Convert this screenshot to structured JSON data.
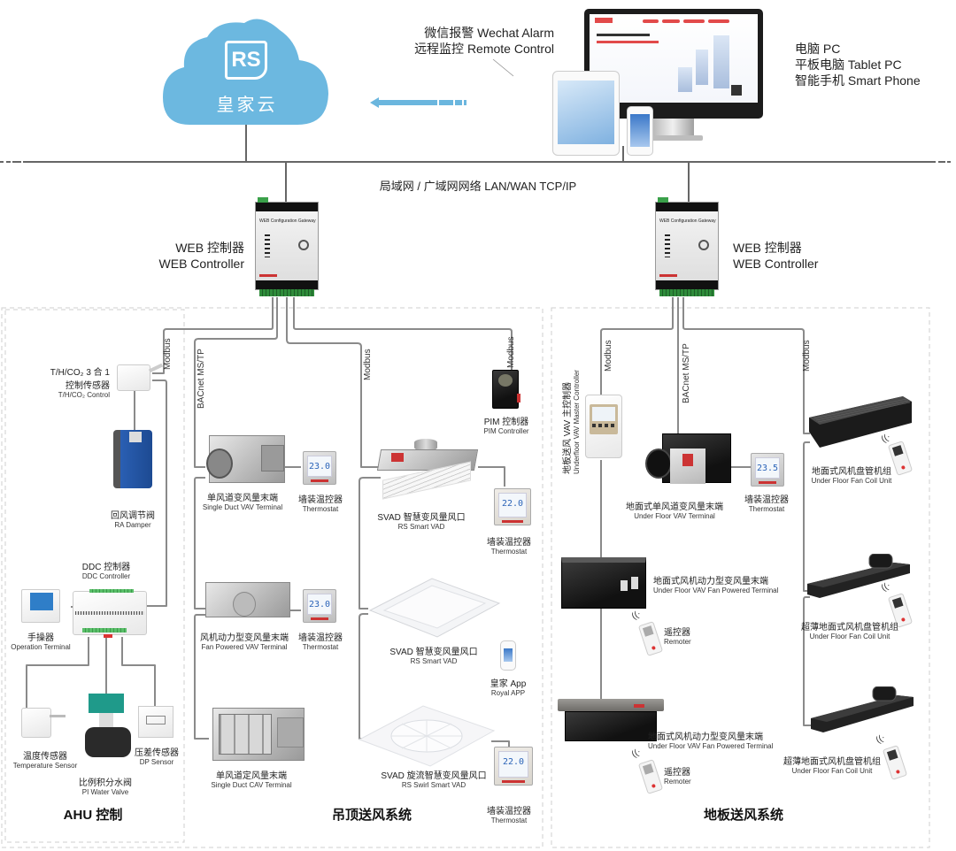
{
  "cloud": {
    "logo_mark": "RS",
    "label": "皇家云",
    "color": "#6cb8e0"
  },
  "remote": {
    "line1": "微信报警 Wechat Alarm",
    "line2": "远程监控 Remote Control"
  },
  "terminals_legend": {
    "line1": "电脑 PC",
    "line2": "平板电脑 Tablet PC",
    "line3": "智能手机 Smart Phone"
  },
  "network": {
    "label": "局域网 / 广域网网络 LAN/WAN TCP/IP"
  },
  "web_controller_left": {
    "cn": "WEB 控制器",
    "en": "WEB Controller",
    "device_text": "WEB Configuration Gateway"
  },
  "web_controller_right": {
    "cn": "WEB 控制器",
    "en": "WEB Controller",
    "device_text": "WEB Configuration Gateway"
  },
  "protocols": {
    "modbus": "Modbus",
    "bacnet": "BACnet MS/TP"
  },
  "ahu": {
    "title": "AHU 控制",
    "th_sensor": {
      "cn1": "T/H/CO₂ 3 合 1",
      "cn2": "控制传感器",
      "en": "T/H/CO₂ Control"
    },
    "ra_damper": {
      "cn": "回风调节阀",
      "en": "RA Damper"
    },
    "ddc": {
      "cn": "DDC 控制器",
      "en": "DDC Controller"
    },
    "op_terminal": {
      "cn": "手操器",
      "en": "Operation Terminal"
    },
    "temp_sensor": {
      "cn": "温度传感器",
      "en": "Temperature Sensor"
    },
    "water_valve": {
      "cn": "比例积分水阀",
      "en": "PI Water Valve"
    },
    "dp_sensor": {
      "cn": "压差传感器",
      "en": "DP Sensor"
    }
  },
  "ceiling": {
    "title": "吊顶送风系统",
    "single_duct_vav": {
      "cn": "单风道变风量末端",
      "en": "Single Duct VAV Terminal"
    },
    "thermostat_1": {
      "cn": "墙装温控器",
      "en": "Thermostat",
      "display": "23.0"
    },
    "fan_powered_vav": {
      "cn": "风机动力型变风量末端",
      "en": "Fan Powered VAV  Terminal"
    },
    "thermostat_2": {
      "cn": "墙装温控器",
      "en": "Thermostat",
      "display": "23.0"
    },
    "single_duct_cav": {
      "cn": "单风道定风量末端",
      "en": "Single Duct CAV Terminal"
    },
    "pim": {
      "cn": "PIM 控制器",
      "en": "PIM Controller"
    },
    "svad_1": {
      "cn": "SVAD 智慧变风量风口",
      "en": "RS  Smart VAD"
    },
    "thermostat_3": {
      "cn": "墙装温控器",
      "en": "Thermostat",
      "display": "22.0"
    },
    "svad_2": {
      "cn": "SVAD 智慧变风量风口",
      "en": "RS  Smart VAD"
    },
    "app": {
      "cn": "皇家 App",
      "en": "Royal APP"
    },
    "svad_swirl": {
      "cn": "SVAD 旋流智慧变风量风口",
      "en": "RS Swirl Smart VAD"
    },
    "thermostat_4": {
      "cn": "墙装温控器",
      "en": "Thermostat",
      "display": "22.0"
    }
  },
  "floor": {
    "title": "地板送风系统",
    "master_controller": {
      "cn": "地板送风 VAV 主控制器",
      "en": "Underfloor VAV Master Controller"
    },
    "uf_vav": {
      "cn": "地面式单风道变风量末端",
      "en": "Under Floor VAV Terminal"
    },
    "thermostat": {
      "cn": "墙装温控器",
      "en": "Thermostat",
      "display": "23.5"
    },
    "uf_fcu": {
      "cn": "地面式风机盘管机组",
      "en": "Under Floor Fan Coil Unit"
    },
    "uf_fan_powered_1": {
      "cn": "地面式风机动力型变风量末端",
      "en": "Under Floor VAV Fan Powered Terminal"
    },
    "remoter_1": {
      "cn": "遥控器",
      "en": "Remoter"
    },
    "ultra_fcu_1": {
      "cn": "超薄地面式风机盘管机组",
      "en": "Under Floor Fan Coil Unit"
    },
    "uf_fan_powered_2": {
      "cn": "地面式风机动力型变风量末端",
      "en": "Under Floor VAV Fan Powered Terminal"
    },
    "remoter_2": {
      "cn": "遥控器",
      "en": "Remoter"
    },
    "ultra_fcu_2": {
      "cn": "超薄地面式风机盘管机组",
      "en": "Under Floor Fan Coil Unit"
    }
  },
  "colors": {
    "wire": "#8a8a8a",
    "bus": "#666666",
    "dashed_border": "#cfcfcf",
    "arrow": "#6bb6de"
  }
}
